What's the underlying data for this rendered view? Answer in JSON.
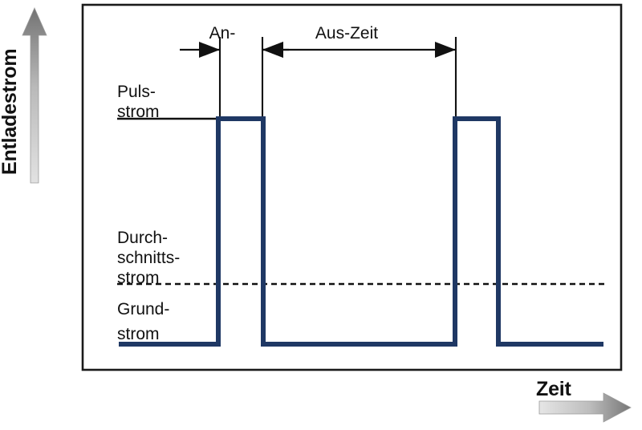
{
  "figure": {
    "type": "waveform-diagram",
    "title_visible": false,
    "background_color": "#ffffff",
    "frame_color": "#1a1a1a",
    "waveform_color": "#1F3864",
    "annotation_color": "#111111",
    "axis_arrow_color_top": "#6e6e6e",
    "axis_arrow_color_bottom": "#d8d8d8"
  },
  "axes": {
    "y_label": "Entladestrom",
    "x_label": "Zeit",
    "y_arrow_direction": "up",
    "x_arrow_direction": "right"
  },
  "level_labels": [
    {
      "id": "puls",
      "lines": [
        "Puls-",
        "strom"
      ],
      "has_leader_line": true,
      "leader_style": "solid"
    },
    {
      "id": "durchschnitt",
      "lines": [
        "Durch-",
        "schnitts-",
        "strom"
      ],
      "has_leader_line": true,
      "leader_style": "dashed"
    },
    {
      "id": "grund",
      "lines": [
        "Grund-",
        "strom"
      ],
      "has_leader_line": true,
      "leader_style": "solid"
    }
  ],
  "time_annotations": [
    {
      "id": "an-zeit",
      "label": "An-",
      "arrow_style": "inward"
    },
    {
      "id": "aus-zeit",
      "label": "Aus-Zeit",
      "arrow_style": "outward"
    }
  ],
  "chart_data": {
    "type": "line",
    "title": "",
    "xlabel": "Zeit",
    "ylabel": "Entladestrom",
    "grid": false,
    "legend": null,
    "levels": {
      "grundstrom": 0,
      "durchschnittsstrom": 0.28,
      "pulsstrom": 1.0
    },
    "series": [
      {
        "name": "Entladestrom",
        "color": "#1F3864",
        "x": [
          0,
          0.206,
          0.206,
          0.294,
          0.294,
          0.694,
          0.694,
          0.782,
          0.782,
          1.0
        ],
        "y": [
          0,
          0,
          1.0,
          1.0,
          0,
          0,
          1.0,
          1.0,
          0,
          0
        ]
      }
    ],
    "annotations": [
      {
        "text": "Puls-strom",
        "level": 1.0
      },
      {
        "text": "Durch-schnitts-strom",
        "level": 0.28
      },
      {
        "text": "Grund-strom",
        "level": 0
      },
      {
        "text": "An-",
        "span_x": [
          0.206,
          0.294
        ]
      },
      {
        "text": "Aus-Zeit",
        "span_x": [
          0.294,
          0.694
        ]
      }
    ]
  }
}
